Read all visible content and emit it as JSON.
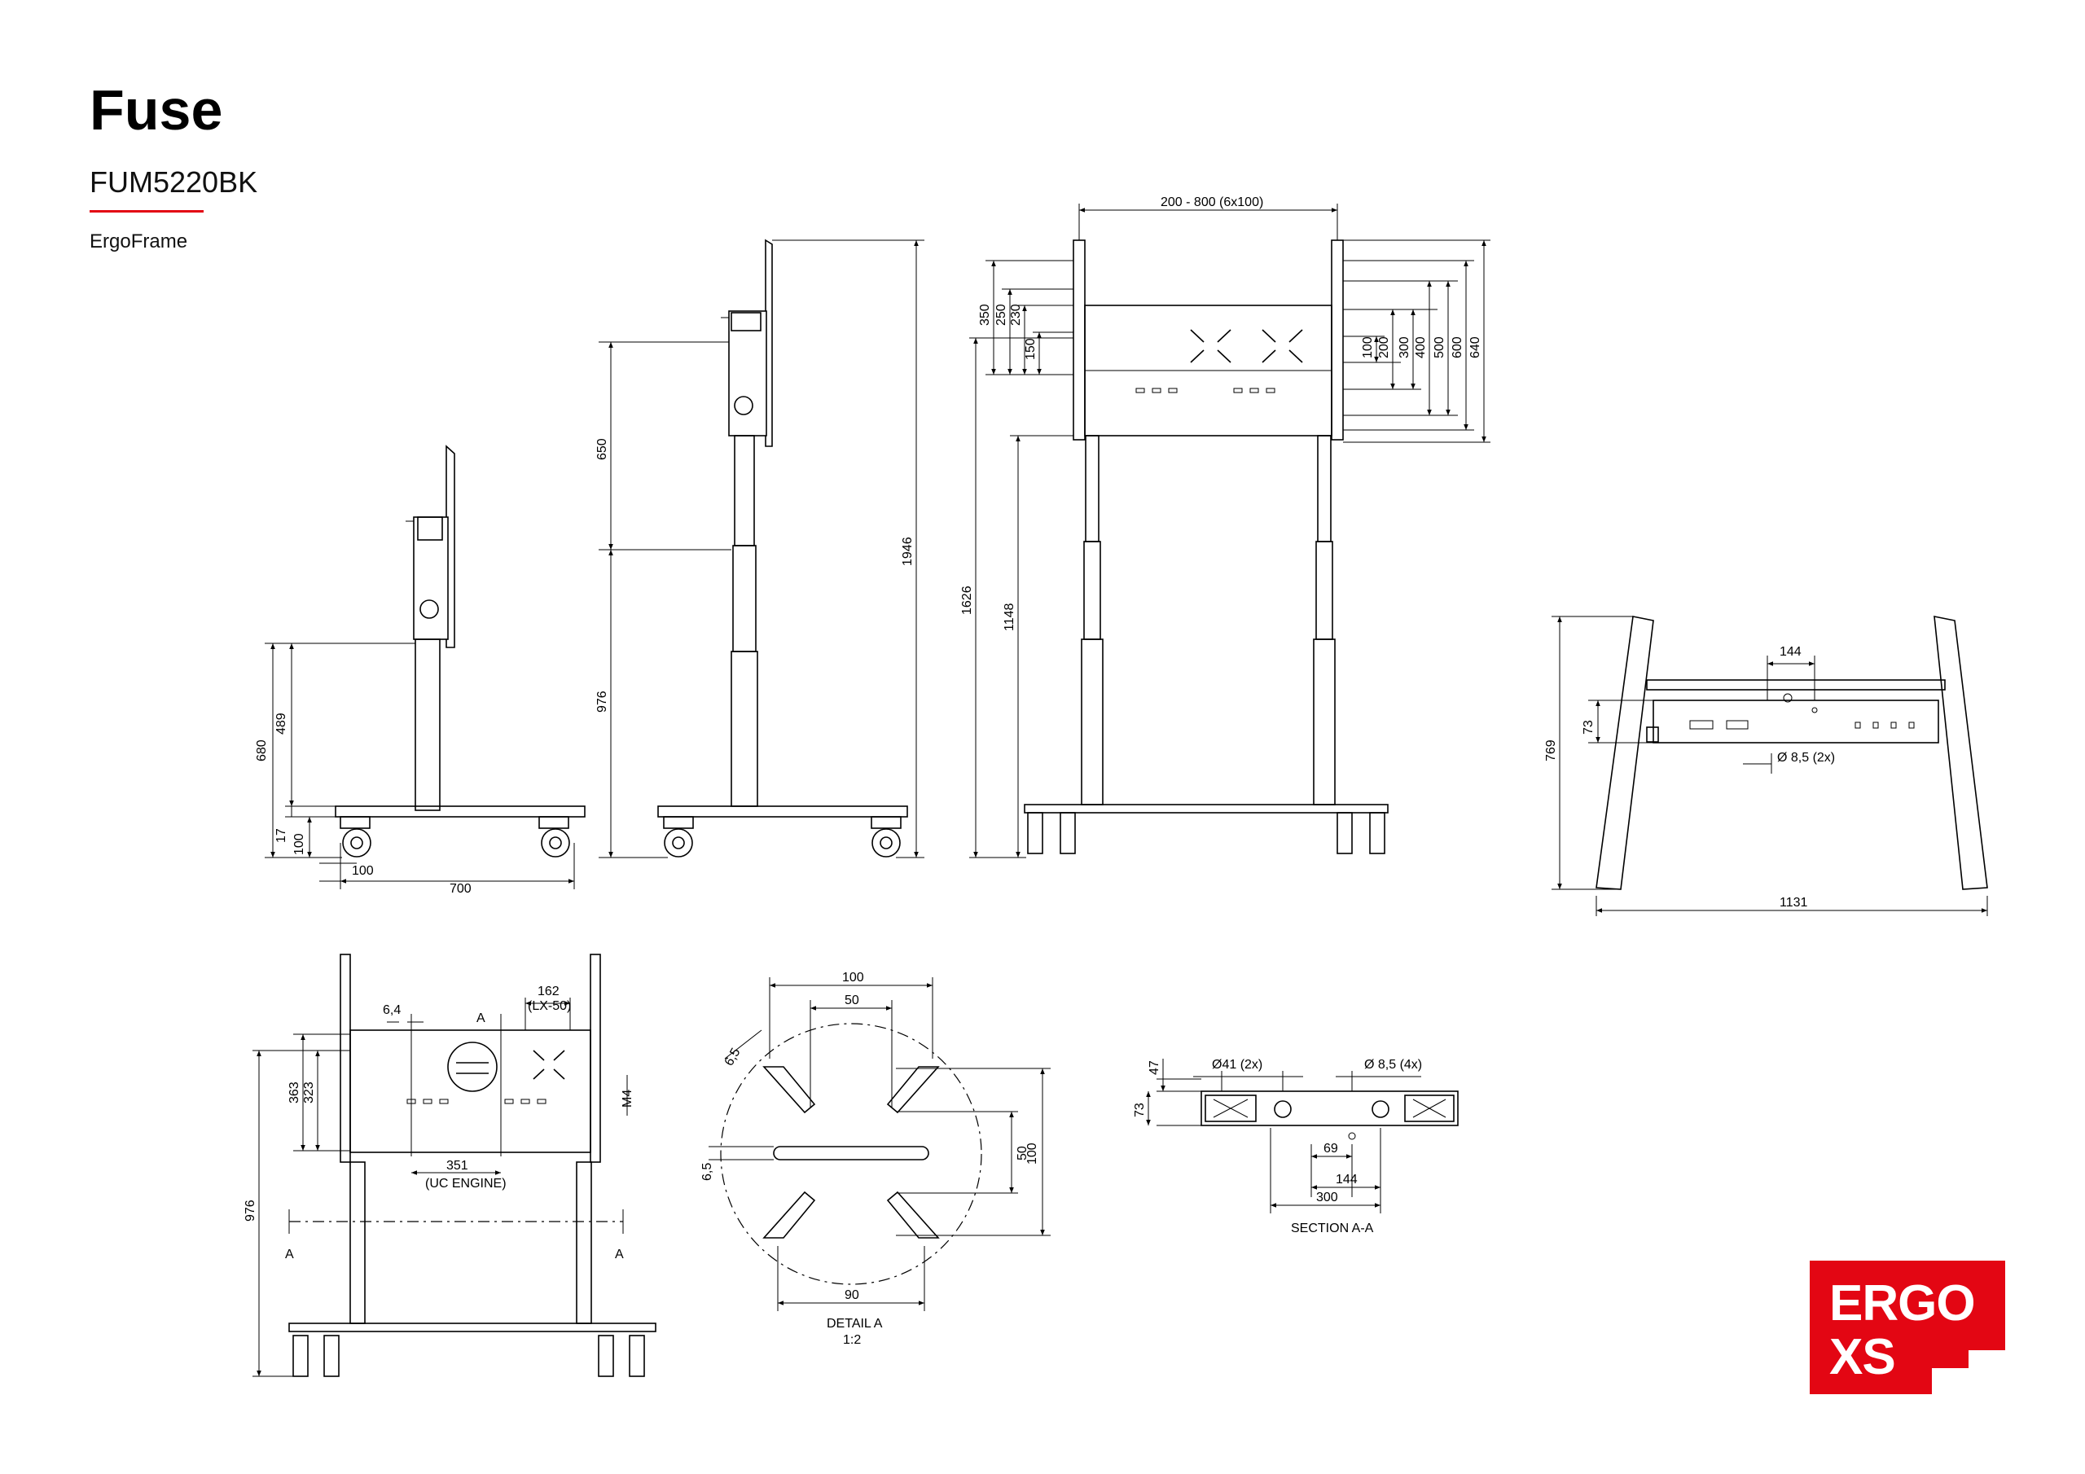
{
  "header": {
    "title": "Fuse",
    "model": "FUM5220BK",
    "series": "ErgoFrame",
    "accent_color": "#e30613"
  },
  "logo": {
    "line1": "ERGO",
    "line2": "XS",
    "color": "#e30613"
  },
  "dims": {
    "side_low": {
      "d680": "680",
      "d489": "489",
      "d17": "17",
      "d100v": "100",
      "d100h": "100",
      "d700": "700"
    },
    "side_high": {
      "d650": "650",
      "d976": "976",
      "d1946": "1946"
    },
    "front": {
      "top": "200 - 800 (6x100)",
      "d350": "350",
      "d250": "250",
      "d230": "230",
      "d150": "150",
      "d1626": "1626",
      "d1148": "1148",
      "r100": "100",
      "r200": "200",
      "r300": "300",
      "r400": "400",
      "r500": "500",
      "r600": "600",
      "r640": "640"
    },
    "top_view": {
      "d144": "144",
      "d73": "73",
      "d769": "769",
      "hole": "Ø 8,5 (2x)",
      "d1131": "1131"
    },
    "lower_front": {
      "d162": "162",
      "lx": "(LX-50)",
      "d6_4": "6,4",
      "a": "A",
      "d363": "363",
      "d323": "323",
      "m4": "M4",
      "d351": "351",
      "uc": "(UC ENGINE)",
      "d976": "976",
      "a_left": "A",
      "a_right": "A"
    },
    "detail": {
      "d100": "100",
      "d50": "50",
      "d6_5a": "6,5",
      "d6_5b": "6,5",
      "r50": "50",
      "r100": "100",
      "d90": "90",
      "label": "DETAIL A",
      "scale": "1:2"
    },
    "section": {
      "d41": "Ø41 (2x)",
      "d8_5": "Ø 8,5 (4x)",
      "d47": "47",
      "d73": "73",
      "d69": "69",
      "d144": "144",
      "d300": "300",
      "label": "SECTION A-A"
    }
  }
}
